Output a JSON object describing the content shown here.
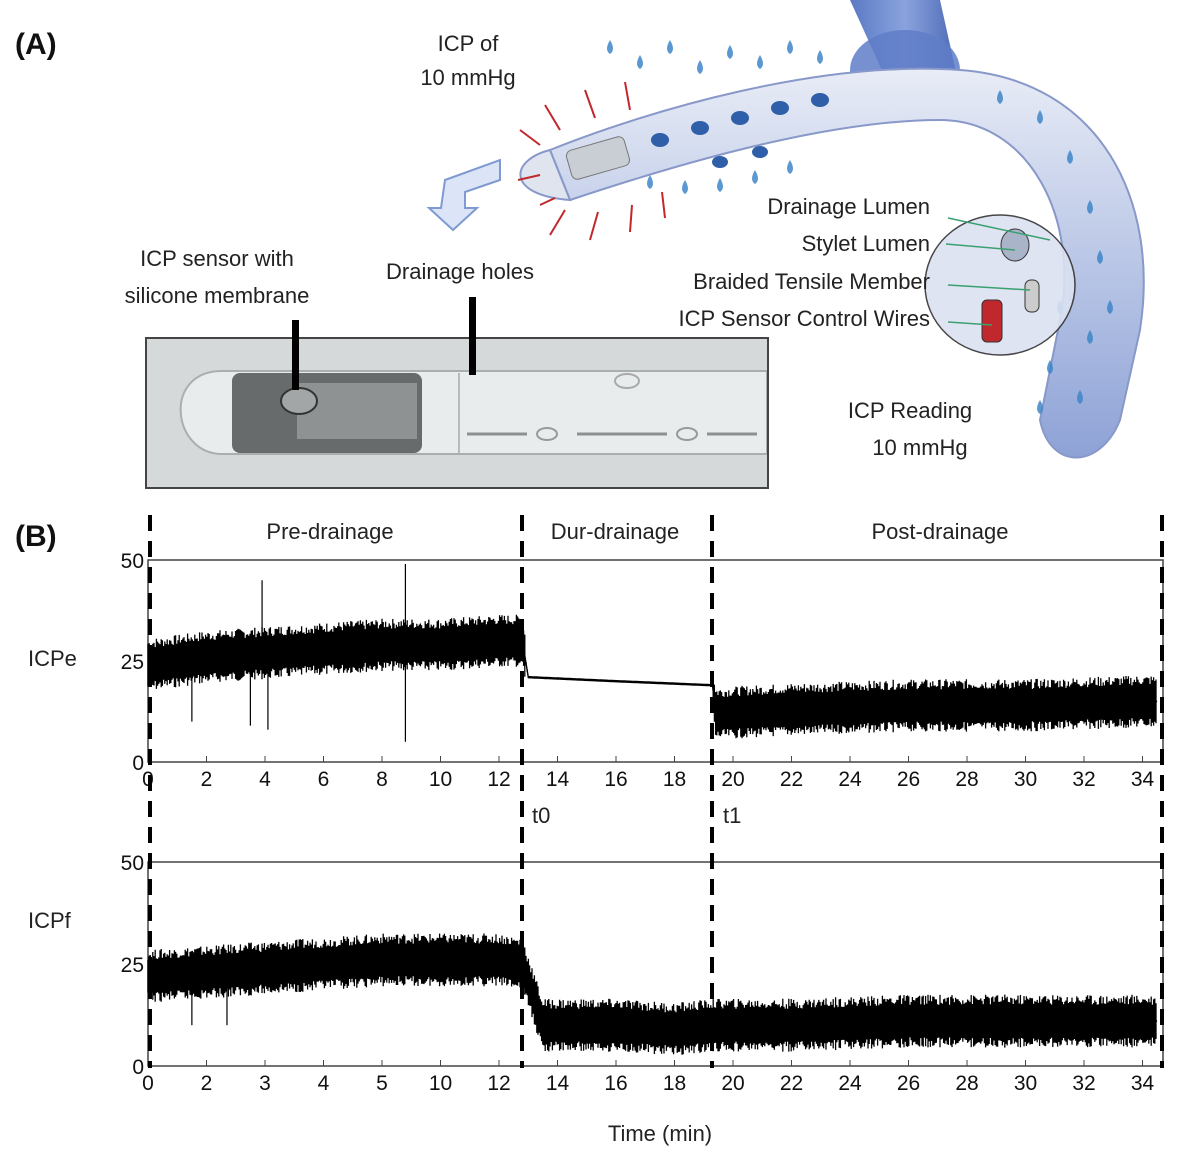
{
  "panel_a": {
    "label": "(A)",
    "icp_of": "ICP of",
    "icp_of_value": "10 mmHg",
    "sensor_label_line1": "ICP sensor with",
    "sensor_label_line2": "silicone membrane",
    "drainage_holes": "Drainage holes",
    "callouts": [
      "Drainage Lumen",
      "Stylet Lumen",
      "Braided Tensile Member",
      "ICP Sensor Control Wires"
    ],
    "reading_line1": "ICP Reading",
    "reading_line2": "10 mmHg",
    "colors": {
      "catheter_blue": "#6f8fd0",
      "droplet_blue": "#3f86c8",
      "arrow_red": "#c0282d",
      "callout_green": "#3aa070"
    }
  },
  "panel_b": {
    "label": "(B)",
    "phases": [
      "Pre-drainage",
      "Dur-drainage",
      "Post-drainage"
    ],
    "markers": [
      "t0",
      "t1"
    ],
    "xlabel": "Time (min)"
  },
  "chart_data": [
    {
      "type": "line",
      "ylabel": "ICPe",
      "ylim": [
        0,
        50
      ],
      "yticks": [
        "0",
        "25",
        "50"
      ],
      "xticklabels": [
        "0",
        "2",
        "4",
        "6",
        "8",
        "10",
        "12",
        "14",
        "16",
        "18",
        "20",
        "22",
        "24",
        "26",
        "28",
        "30",
        "32",
        "34"
      ],
      "series": [
        {
          "x": [
            0,
            2,
            4,
            6,
            8,
            10,
            12,
            12.8,
            13,
            16,
            19.3,
            19.4,
            22,
            26,
            30,
            34,
            34.5
          ],
          "y": [
            24,
            26,
            27,
            28,
            29,
            29,
            30,
            30,
            21,
            20,
            19,
            12,
            13,
            14,
            14,
            15,
            15
          ]
        }
      ]
    },
    {
      "type": "line",
      "ylabel": "ICPf",
      "ylim": [
        0,
        50
      ],
      "yticks": [
        "0",
        "25",
        "50"
      ],
      "xticklabels": [
        "0",
        "2",
        "3",
        "4",
        "5",
        "10",
        "12",
        "14",
        "16",
        "18",
        "20",
        "22",
        "24",
        "26",
        "28",
        "30",
        "32",
        "34"
      ],
      "xlabel": "Time (min)",
      "series": [
        {
          "x": [
            0,
            2,
            4,
            6,
            8,
            10,
            12,
            12.8,
            13.5,
            14,
            16,
            18,
            19.3,
            22,
            26,
            30,
            34,
            34.5
          ],
          "y": [
            22,
            23,
            24,
            25,
            26,
            26,
            26,
            25,
            10,
            10,
            10,
            9,
            10,
            10,
            11,
            11,
            11,
            11
          ]
        }
      ]
    }
  ]
}
